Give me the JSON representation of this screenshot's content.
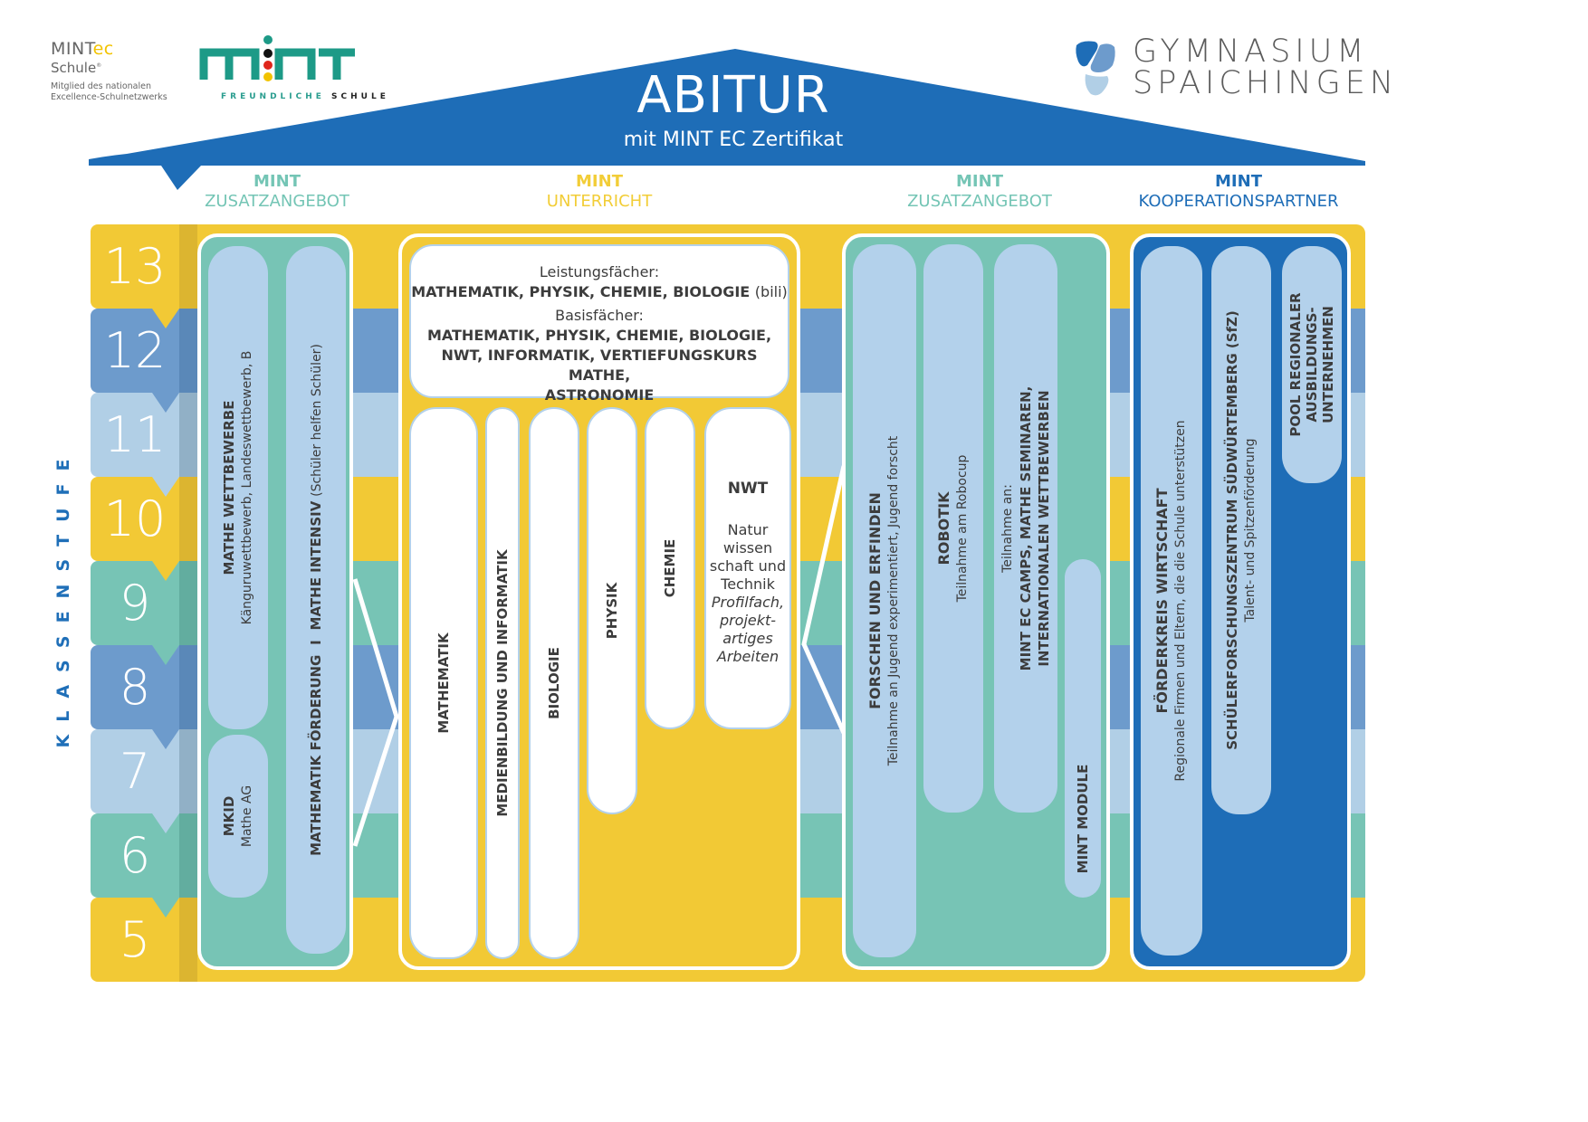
{
  "logos": {
    "mintec": {
      "title_main": "MINT",
      "title_accent": "ec",
      "subtitle": "Schule",
      "registered": "®",
      "desc_line1": "Mitglied des nationalen",
      "desc_line2": "Excellence-Schulnetzwerks"
    },
    "mint_freundlich": {
      "word": "mint",
      "tag_part1": "FREUNDLICHE",
      "tag_part2": "SCHULE"
    },
    "gymnasium": {
      "line1": "GYMNASIUM",
      "line2": "SPAICHINGEN"
    }
  },
  "roof": {
    "title": "ABITUR",
    "subtitle": "mit MINT EC Zertifikat"
  },
  "column_headers": [
    {
      "line1": "MINT",
      "line2": "ZUSATZANGEBOT",
      "color": "#74c5b5"
    },
    {
      "line1": "MINT",
      "line2": "UNTERRICHT",
      "color": "#f2cd37"
    },
    {
      "line1": "MINT",
      "line2": "ZUSATZANGEBOT",
      "color": "#74c5b5"
    },
    {
      "line1": "MINT",
      "line2": "KOOPERATIONSPARTNER",
      "color": "#1e6db7"
    }
  ],
  "side_label": "KLASSENSTUFE",
  "grades": [
    {
      "label": "13",
      "color": "#f2c935"
    },
    {
      "label": "12",
      "color": "#6d9bcc"
    },
    {
      "label": "11",
      "color": "#b1cfe6"
    },
    {
      "label": "10",
      "color": "#f2c935"
    },
    {
      "label": "9",
      "color": "#77c4b5"
    },
    {
      "label": "8",
      "color": "#6d9bcc"
    },
    {
      "label": "7",
      "color": "#b1cfe6"
    },
    {
      "label": "6",
      "color": "#77c4b5"
    },
    {
      "label": "5",
      "color": "#f2c935"
    }
  ],
  "zusatz_left": {
    "mathe_wettbewerbe": {
      "title": "MATHE WETTBEWERBE",
      "desc": "Känguruwettbewerb, Landeswettbewerb, B"
    },
    "mkid": {
      "title": "MKID",
      "desc": "Mathe AG"
    },
    "foerderung": {
      "title_a": "MATHEMATIK FÖRDERUNG",
      "sep": "I",
      "title_b": "MATHE INTENSIV",
      "desc": "(Schüler helfen Schüler)"
    }
  },
  "unterricht": {
    "leistung_label": "Leistungsfächer:",
    "leistung_value": "MATHEMATIK, PHYSIK, CHEMIE, BIOLOGIE",
    "leistung_note": "(bili)",
    "basis_label": "Basisfächer:",
    "basis_line1": "MATHEMATIK, PHYSIK, CHEMIE, BIOLOGIE,",
    "basis_line2": "NWT, INFORMATIK, VERTIEFUNGSKURS MATHE,",
    "basis_line3": "ASTRONOMIE",
    "subjects": [
      "MATHEMATIK",
      "MEDIENBILDUNG UND INFORMATIK",
      "BIOLOGIE",
      "PHYSIK",
      "CHEMIE"
    ],
    "nwt": {
      "title": "NWT",
      "line1": "Natur",
      "line2": "wissen",
      "line3": "schaft und",
      "line4": "Technik",
      "italic1": "Profilfach,",
      "italic2": "projekt-",
      "italic3": "artiges",
      "italic4": "Arbeiten"
    }
  },
  "zusatz_right": {
    "forschen": {
      "title": "FORSCHEN UND ERFINDEN",
      "desc": "Teilnahme an Jugend experimentiert, Jugend forscht"
    },
    "robotik": {
      "title": "ROBOTIK",
      "desc": "Teilnahme am Robocup"
    },
    "camps": {
      "prefix": "Teilnahme an:",
      "line1": "MINT EC CAMPS, MATHE SEMINAREN,",
      "line2": "INTERNATIONALEN WETTBEWERBEN"
    },
    "module": {
      "title": "MINT MODULE"
    }
  },
  "partner": {
    "foerderkreis": {
      "title": "FÖRDERKREIS WIRTSCHAFT",
      "desc": "Regionale Firmen und Eltern, die die Schule unterstützen"
    },
    "sfz": {
      "title": "SCHÜLERFORSCHUNGSZENTRUM SÜDWÜRTEMBERG (SfZ)",
      "desc": "Talent- und Spitzenförderung"
    },
    "pool": {
      "line1": "POOL REGIONALER",
      "line2": "AUSBILDUNGS-",
      "line3": "UNTERNEHMEN"
    }
  }
}
